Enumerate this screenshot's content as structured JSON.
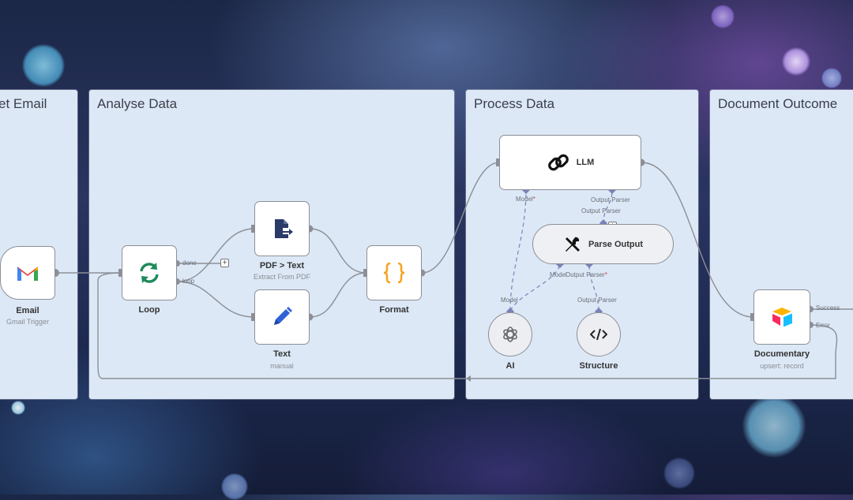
{
  "colors": {
    "panel": "#dce8f6",
    "wire": "#8c8f96",
    "ai_wire": "#7a82b8",
    "gmail_red": "#ea4335",
    "loop_green": "#1f8a5a",
    "pdf_navy": "#2b3a67",
    "pencil_blue": "#2f62d8",
    "format_orange": "#f5a524"
  },
  "panels": [
    {
      "title": "et Email"
    },
    {
      "title": "Analyse Data"
    },
    {
      "title": "Process Data"
    },
    {
      "title": "Document Outcome"
    }
  ],
  "nodes": {
    "email": {
      "label": "Email",
      "sub": "Gmail Trigger",
      "icon": "gmail-icon"
    },
    "loop": {
      "label": "Loop",
      "icon": "loop-arrows-icon",
      "out_done": "done",
      "out_loop": "loop"
    },
    "pdf": {
      "label": "PDF > Text",
      "sub": "Extract From PDF",
      "icon": "document-arrow-icon"
    },
    "text": {
      "label": "Text",
      "sub": "manual",
      "icon": "pencil-icon"
    },
    "format": {
      "label": "Format",
      "icon": "curly-braces-icon"
    },
    "llm": {
      "label": "LLM",
      "icon": "chain-link-icon",
      "port_model": "Model",
      "port_parser": "Output Parser"
    },
    "parse": {
      "label": "Parse Output",
      "icon": "tools-icon",
      "port_top": "Output Parser",
      "port_model": "Model",
      "port_parser": "Output Parser"
    },
    "ai": {
      "label": "AI",
      "icon": "openai-icon",
      "port": "Model"
    },
    "structure": {
      "label": "Structure",
      "icon": "code-icon",
      "port": "Output Parser"
    },
    "documentary": {
      "label": "Documentary",
      "sub": "upsert: record",
      "icon": "airtable-icon",
      "out_success": "Success",
      "out_error": "Error"
    }
  },
  "plus_glyph": "+",
  "required_mark": "*"
}
